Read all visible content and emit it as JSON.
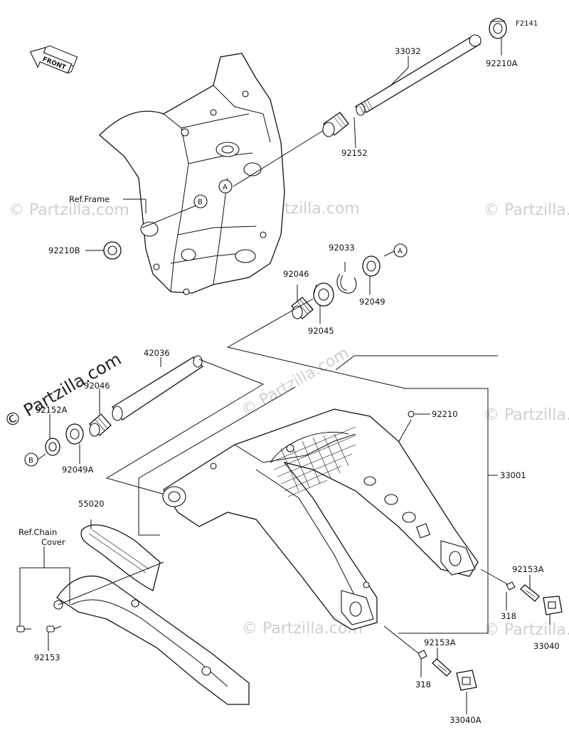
{
  "diagram_id": "F2141",
  "direction_label": "FRONT",
  "watermark_text": "© Partzilla.com",
  "callouts": {
    "a": "A",
    "b": "B"
  },
  "labels": {
    "p33032": "33032",
    "p92210A": "92210A",
    "p92152": "92152",
    "ref_frame": "Ref.Frame",
    "p92210B": "92210B",
    "p92033": "92033",
    "p92046_top": "92046",
    "p92049": "92049",
    "p92045": "92045",
    "p42036": "42036",
    "p92046_left": "92046",
    "p92152A": "92152A",
    "p92049A": "92049A",
    "p92210": "92210",
    "p33001": "33001",
    "p55020": "55020",
    "ref_chain_cover_1": "Ref.Chain",
    "ref_chain_cover_2": "Cover",
    "p92153": "92153",
    "p92153A_right": "92153A",
    "p318_right": "318",
    "p33040": "33040",
    "p92153A_bottom": "92153A",
    "p318_bottom": "318",
    "p33040A": "33040A"
  }
}
